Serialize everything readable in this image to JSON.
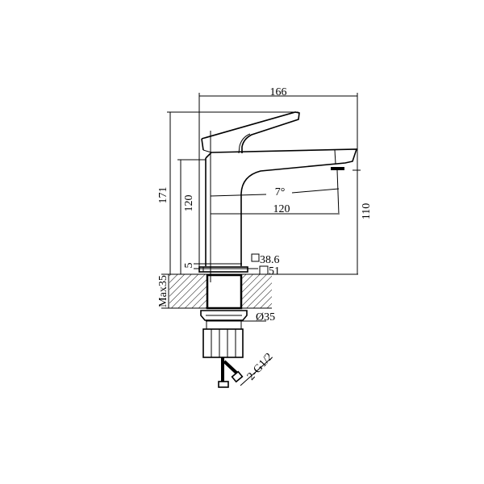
{
  "dimensions": {
    "overall_length": "166",
    "overall_height": "171",
    "body_height": "120",
    "spout_height": "110",
    "spout_reach": "120",
    "spout_angle": "7°",
    "base_plate_thickness": "5",
    "body_square": "38.6",
    "base_square": "51",
    "max_counter_thickness": "Max35",
    "hole_diameter": "Ø35",
    "hose_connection": "2-G1/2"
  },
  "colors": {
    "line": "#000000",
    "background": "#ffffff"
  }
}
